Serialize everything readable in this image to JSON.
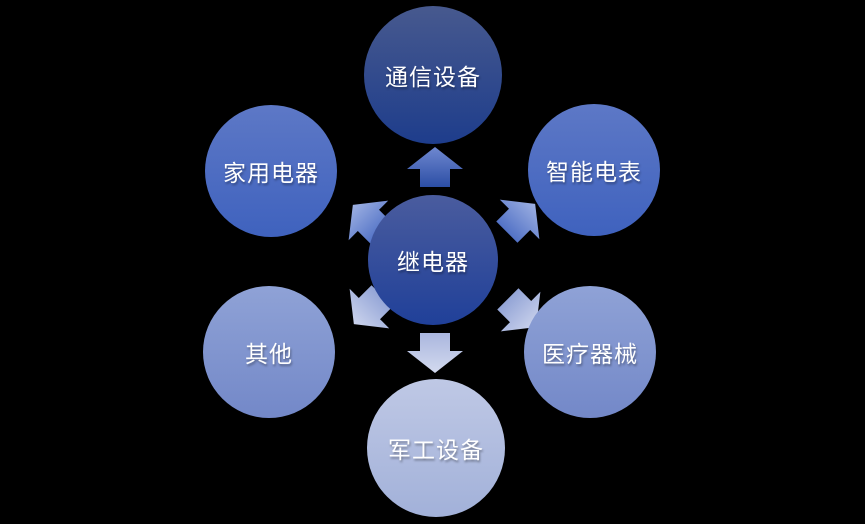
{
  "diagram": {
    "type": "radial-diverging",
    "background_color": "#000000",
    "text_color": "#ffffff",
    "center": {
      "label": "继电器",
      "gradient": [
        "#4a5c9e",
        "#204099"
      ]
    },
    "nodes": [
      {
        "id": "top",
        "label": "通信设备",
        "gradient": [
          "#47598e",
          "#1e3d8c"
        ]
      },
      {
        "id": "upper-right",
        "label": "智能电表",
        "gradient": [
          "#5d78c6",
          "#3f62be"
        ]
      },
      {
        "id": "lower-right",
        "label": "医疗器械",
        "gradient": [
          "#8fa2d6",
          "#7388c8"
        ]
      },
      {
        "id": "bottom",
        "label": "军工设备",
        "gradient": [
          "#bfc8e5",
          "#a2b1d9"
        ]
      },
      {
        "id": "lower-left",
        "label": "其他",
        "gradient": [
          "#8fa2d6",
          "#7388c8"
        ]
      },
      {
        "id": "upper-left",
        "label": "家用电器",
        "gradient": [
          "#5d78c6",
          "#3f62be"
        ]
      }
    ],
    "arrows": [
      {
        "icon": "arrow-up-icon",
        "direction": "up",
        "gradient": [
          "#6f88d0",
          "#2c4ea5"
        ]
      },
      {
        "icon": "arrow-up-right-icon",
        "direction": "up-right",
        "gradient": [
          "#9db0e2",
          "#5272c6"
        ]
      },
      {
        "icon": "arrow-down-right-icon",
        "direction": "down-right",
        "gradient": [
          "#ccd4ed",
          "#93a4d6"
        ]
      },
      {
        "icon": "arrow-down-icon",
        "direction": "down",
        "gradient": [
          "#d3daef",
          "#aab6de"
        ]
      },
      {
        "icon": "arrow-down-left-icon",
        "direction": "down-left",
        "gradient": [
          "#ccd4ed",
          "#93a4d6"
        ]
      },
      {
        "icon": "arrow-up-left-icon",
        "direction": "up-left",
        "gradient": [
          "#9db0e2",
          "#5272c6"
        ]
      }
    ]
  }
}
